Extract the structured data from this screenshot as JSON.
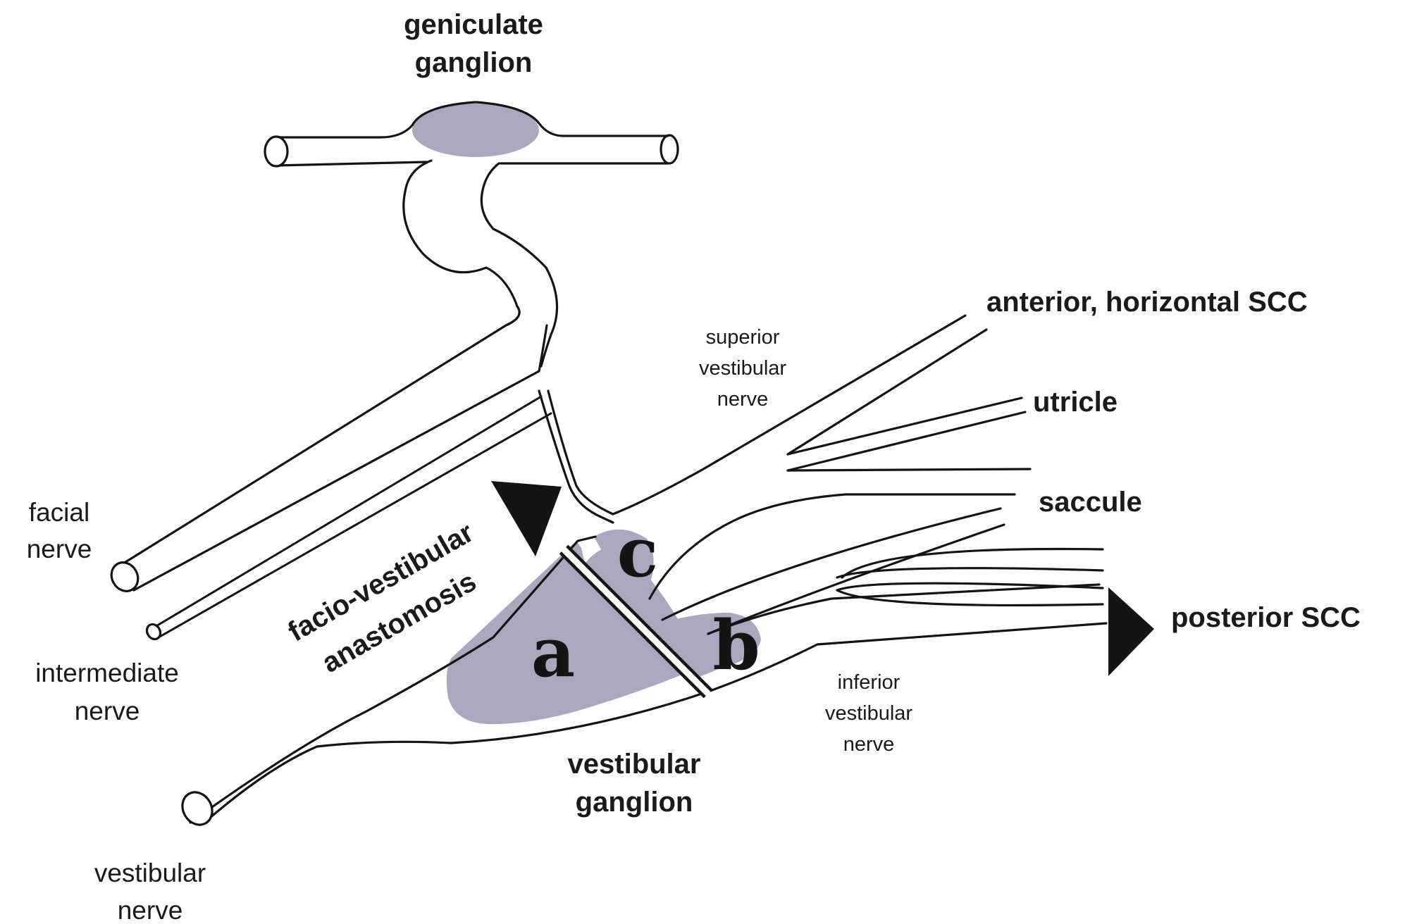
{
  "colors": {
    "line": "#141414",
    "ganglion_fill": "#a9a8be",
    "background": "#ffffff"
  },
  "labels": {
    "geniculate_ganglion": [
      "geniculate",
      "ganglion"
    ],
    "facial_nerve": [
      "facial",
      "nerve"
    ],
    "intermediate_nerve": [
      "intermediate",
      "nerve"
    ],
    "vestibular_nerve": [
      "vestibular",
      "nerve"
    ],
    "facio_vestibular_anastomosis": [
      "facio-vestibular",
      "anastomosis"
    ],
    "superior_vestibular_nerve": [
      "superior",
      "vestibular",
      "nerve"
    ],
    "inferior_vestibular_nerve": [
      "inferior",
      "vestibular",
      "nerve"
    ],
    "vestibular_ganglion": [
      "vestibular",
      "ganglion"
    ],
    "anterior_horizontal_scc": "anterior, horizontal SCC",
    "utricle": "utricle",
    "saccule": "saccule",
    "posterior_scc": "posterior SCC"
  },
  "regions": {
    "a": "a",
    "b": "b",
    "c": "c"
  }
}
